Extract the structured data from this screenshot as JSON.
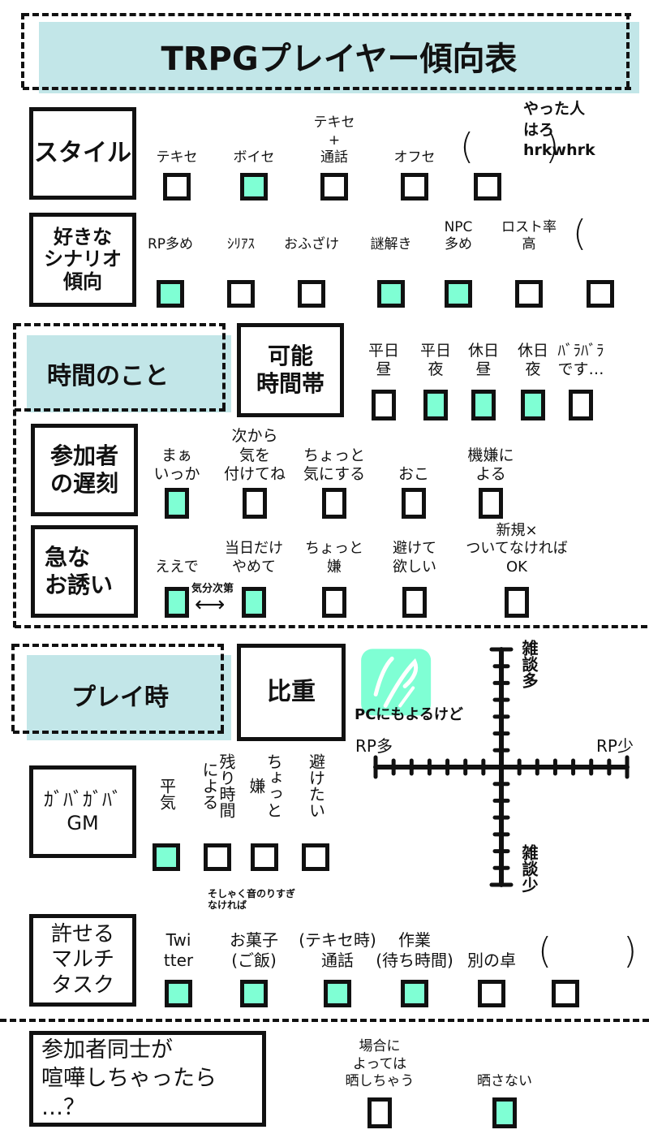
{
  "title": "TRPGプレイヤー傾向表",
  "colors": {
    "checked": "#7fffd4",
    "band": "#c2e6e8",
    "ink": "#111111"
  },
  "style": {
    "heading": "スタイル",
    "options": [
      {
        "label": "テキセ",
        "checked": false
      },
      {
        "label": "ボイセ",
        "checked": true
      },
      {
        "label": "テキセ\n+\n通話",
        "checked": false
      },
      {
        "label": "オフセ",
        "checked": false
      },
      {
        "label": "(　　)",
        "checked": false
      }
    ],
    "note": "やった人\nはろ\nhrkwhrk"
  },
  "scenario": {
    "heading": "好きな\nシナリオ\n傾向",
    "options": [
      {
        "label": "RP多め",
        "checked": true
      },
      {
        "label": "ｼﾘｱｽ",
        "checked": false
      },
      {
        "label": "おふざけ",
        "checked": false
      },
      {
        "label": "謎解き",
        "checked": true
      },
      {
        "label": "NPC\n多め",
        "checked": true
      },
      {
        "label": "ロスト率\n高",
        "checked": false
      },
      {
        "label": "(　　)",
        "checked": false
      }
    ]
  },
  "time_section": {
    "heading": "時間のこと"
  },
  "time_slots": {
    "heading": "可能\n時間帯",
    "options": [
      {
        "label": "平日\n昼",
        "checked": false
      },
      {
        "label": "平日\n夜",
        "checked": true
      },
      {
        "label": "休日\n昼",
        "checked": true
      },
      {
        "label": "休日\n夜",
        "checked": true
      },
      {
        "label": "ﾊﾞﾗﾊﾞﾗ\nです…",
        "checked": false
      }
    ]
  },
  "lateness": {
    "heading": "参加者\nの遅刻",
    "options": [
      {
        "label": "まぁ\nいっか",
        "checked": true
      },
      {
        "label": "次から\n気を\n付けてね",
        "checked": false
      },
      {
        "label": "ちょっと\n気にする",
        "checked": false
      },
      {
        "label": "おこ",
        "checked": false
      },
      {
        "label": "機嫌に\nよる",
        "checked": false
      }
    ]
  },
  "sudden_invite": {
    "heading": "急な\nお誘い",
    "options": [
      {
        "label": "ええで",
        "checked": true
      },
      {
        "label": "当日だけ\nやめて",
        "checked": true
      },
      {
        "label": "ちょっと\n嫌",
        "checked": false
      },
      {
        "label": "避けて\n欲しい",
        "checked": false
      },
      {
        "label": "新規×\nついてなければ\nOK",
        "checked": false
      }
    ],
    "note": "気分次第"
  },
  "play_section": {
    "heading": "プレイ時"
  },
  "weight": {
    "heading": "比重",
    "note": "PCにもよるけど",
    "chart_data": {
      "type": "scatter",
      "x_axis": {
        "left_label": "RP多",
        "right_label": "RP少",
        "ticks_each_side": 7,
        "range": [
          -7,
          7
        ]
      },
      "y_axis": {
        "top_label": "雑談多",
        "bottom_label": "雑談少",
        "ticks_each_side": 7,
        "range": [
          -7,
          7
        ]
      },
      "marker": {
        "x": -6,
        "y": 5,
        "kind": "filled-square",
        "color": "#7fffd4"
      }
    }
  },
  "lax_gm": {
    "heading": "ｶﾞﾊﾞｶﾞﾊﾞ\nGM",
    "options": [
      {
        "label": "平気",
        "checked": true
      },
      {
        "label": "残り時間\nによる",
        "checked": false
      },
      {
        "label": "ちょっと\n嫌",
        "checked": false
      },
      {
        "label": "避けたい",
        "checked": false
      }
    ]
  },
  "multitask": {
    "heading": "許せる\nマルチ\nタスク",
    "options": [
      {
        "label": "Twi\ntter",
        "checked": true
      },
      {
        "label": "お菓子\n(ご飯)",
        "checked": true
      },
      {
        "label": "(テキセ時)\n通話",
        "checked": true
      },
      {
        "label": "作業\n(待ち時間)",
        "checked": true
      },
      {
        "label": "別の卓",
        "checked": false
      },
      {
        "label": "(　　)",
        "checked": false
      }
    ],
    "note": "そしゃく音のりすぎ\nなければ"
  },
  "quarrel": {
    "heading": "参加者同士が\n喧嘩しちゃったら\n…？",
    "options": [
      {
        "label": "場合に\nよっては\n晒しちゃう",
        "checked": false
      },
      {
        "label": "晒さない",
        "checked": true
      }
    ]
  }
}
